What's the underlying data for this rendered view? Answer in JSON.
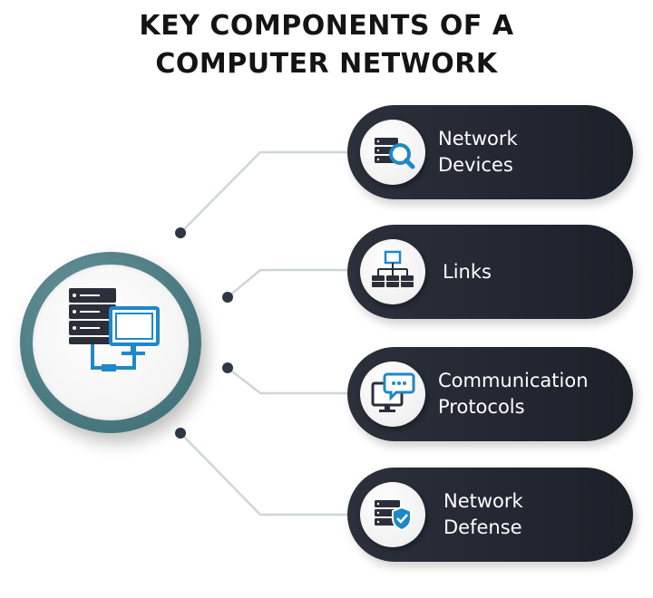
{
  "title": {
    "line1": "KEY COMPONENTS OF A",
    "line2": "COMPUTER NETWORK"
  },
  "components": [
    {
      "line1": "Network",
      "line2": "Devices",
      "icon": "server-search-icon"
    },
    {
      "line1": "Links",
      "line2": "",
      "icon": "network-topology-icon"
    },
    {
      "line1": "Communication",
      "line2": "Protocols",
      "icon": "monitor-chat-icon"
    },
    {
      "line1": "Network",
      "line2": "Defense",
      "icon": "server-shield-icon"
    }
  ],
  "colors": {
    "pill": "#252a34",
    "hub_ring": "#4d7c83",
    "accent_blue": "#1e88c8",
    "dark_icon": "#2a2f3a",
    "connector": "#cfd6d6",
    "dot": "#2f3644"
  }
}
